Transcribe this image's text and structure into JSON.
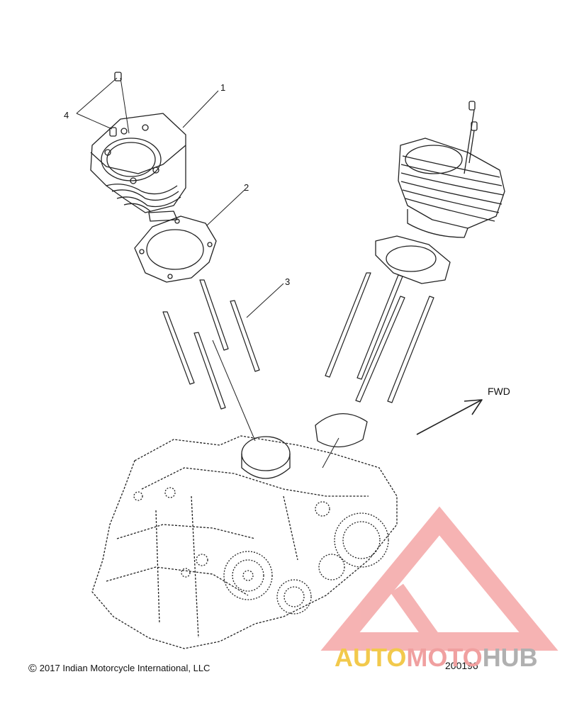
{
  "callouts": [
    {
      "id": "1",
      "label": "1"
    },
    {
      "id": "2",
      "label": "2"
    },
    {
      "id": "3",
      "label": "3"
    },
    {
      "id": "4",
      "label": "4"
    }
  ],
  "direction_label": "FWD",
  "copyright_symbol": "©",
  "copyright_text": "2017 Indian Motorcycle International, LLC",
  "diagram_number": "200196",
  "watermark": {
    "part1": "AUTO",
    "part2": "MOTO",
    "part3": "HUB",
    "colors": {
      "yellow": "#f2c94c",
      "pink": "#f0a0a0",
      "gray": "#b0b0b0",
      "logo": "#f4a6a6"
    }
  }
}
